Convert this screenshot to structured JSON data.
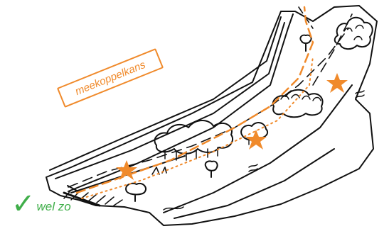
{
  "annotation": {
    "label": "meekoppelkans",
    "accent_color": "#f08a2b"
  },
  "verdict": {
    "icon": "check-icon",
    "text": "wel zo",
    "color": "#3fae49"
  },
  "markers": {
    "count": 3,
    "icon": "star-icon",
    "color": "#f08a2b"
  }
}
